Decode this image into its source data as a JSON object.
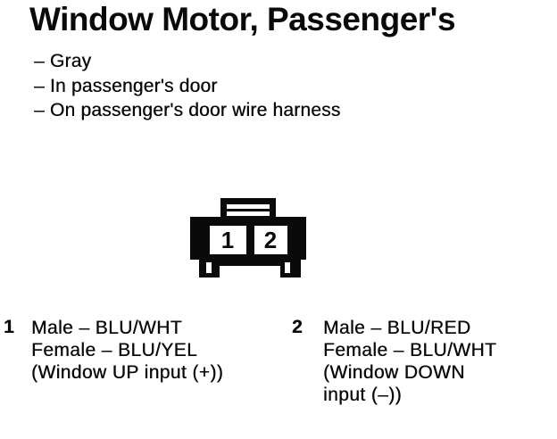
{
  "header": {
    "title": "Window Motor, Passenger's"
  },
  "notes": [
    "– Gray",
    "– In passenger's door",
    "– On passenger's door wire harness"
  ],
  "connector": {
    "icon": "2-pin-connector-front-view-icon",
    "pin_labels": [
      "1",
      "2"
    ]
  },
  "legend": [
    {
      "pin": "1",
      "lines": [
        "Male – BLU/WHT",
        "Female – BLU/YEL",
        "(Window UP input (+))"
      ]
    },
    {
      "pin": "2",
      "lines": [
        "Male – BLU/RED",
        "Female – BLU/WHT",
        "(Window DOWN",
        "input (–))"
      ]
    }
  ],
  "colors": {
    "ink": "#0a0a0a",
    "paper": "#ffffff"
  }
}
